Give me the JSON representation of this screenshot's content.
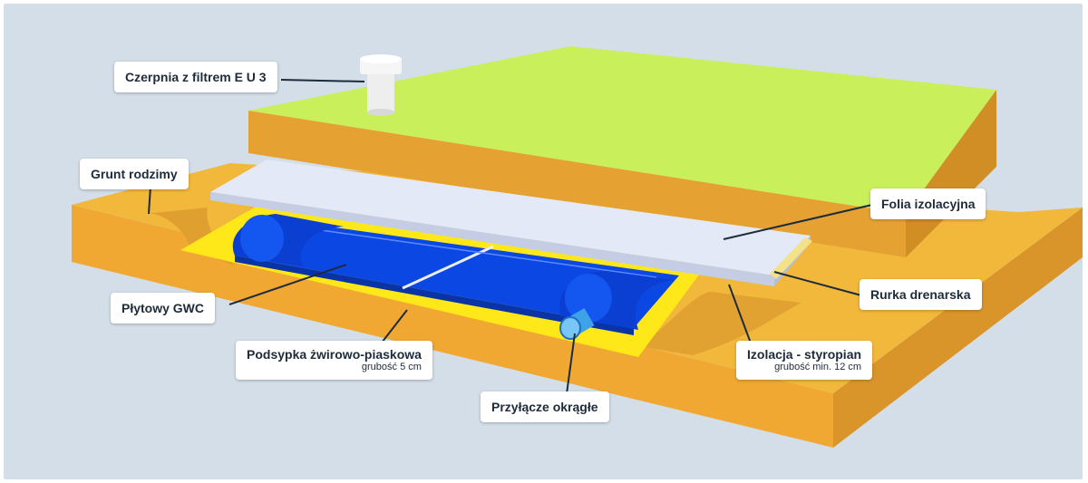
{
  "labels": {
    "czerpnia": "Czerpnia z filtrem E U 3",
    "grunt": "Grunt rodzimy",
    "folia": "Folia izolacyjna",
    "rurka": "Rurka drenarska",
    "plytowy": "Płytowy GWC",
    "podsypka": "Podsypka żwirowo-piaskowa",
    "podsypka_sub": "grubość 5 cm",
    "izolacja": "Izolacja - styropian",
    "izolacja_sub": "grubość min. 12 cm",
    "przylacze": "Przyłącze okrągłe"
  },
  "colors": {
    "background": "#d3dee8",
    "lawn": "#c9ef5b",
    "soil": "#f2b63a",
    "soil_dark": "#d9982a",
    "gravel": "#ffe81a",
    "gwc_blue": "#0a47e0",
    "foil": "#e4e9f7"
  }
}
